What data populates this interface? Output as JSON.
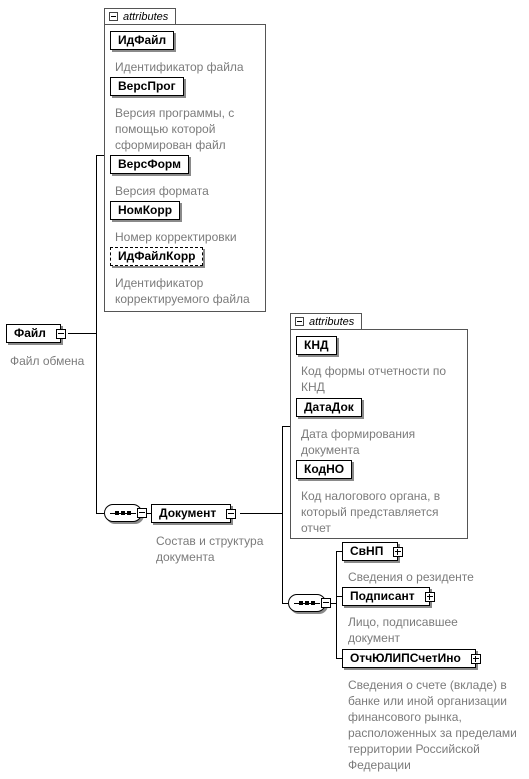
{
  "attributes_label": "attributes",
  "root": {
    "name": "Файл",
    "description": "Файл обмена"
  },
  "file_attrs": [
    {
      "name": "ИдФайл",
      "description": "Идентификатор файла",
      "optional": false
    },
    {
      "name": "ВерсПрог",
      "description": "Версия программы, с помощью которой сформирован файл",
      "optional": false
    },
    {
      "name": "ВерсФорм",
      "description": "Версия формата",
      "optional": false
    },
    {
      "name": "НомКорр",
      "description": "Номер корректировки",
      "optional": false
    },
    {
      "name": "ИдФайлКорр",
      "description": "Идентификатор корректируемого файла",
      "optional": true
    }
  ],
  "document": {
    "name": "Документ",
    "description": "Состав и структура документа"
  },
  "doc_attrs": [
    {
      "name": "КНД",
      "description": "Код формы отчетности по КНД"
    },
    {
      "name": "ДатаДок",
      "description": "Дата формирования документа"
    },
    {
      "name": "КодНО",
      "description": "Код налогового органа, в который представляется отчет"
    }
  ],
  "doc_children": [
    {
      "name": "СвНП",
      "description": "Сведения о резиденте"
    },
    {
      "name": "Подписант",
      "description": "Лицо, подписавшее документ"
    },
    {
      "name": "ОтчЮЛИПСчетИно",
      "description": "Сведения о счете (вкладе) в банке или иной организации финансового рынка, расположенных за пределами территории Российской Федерации"
    }
  ]
}
